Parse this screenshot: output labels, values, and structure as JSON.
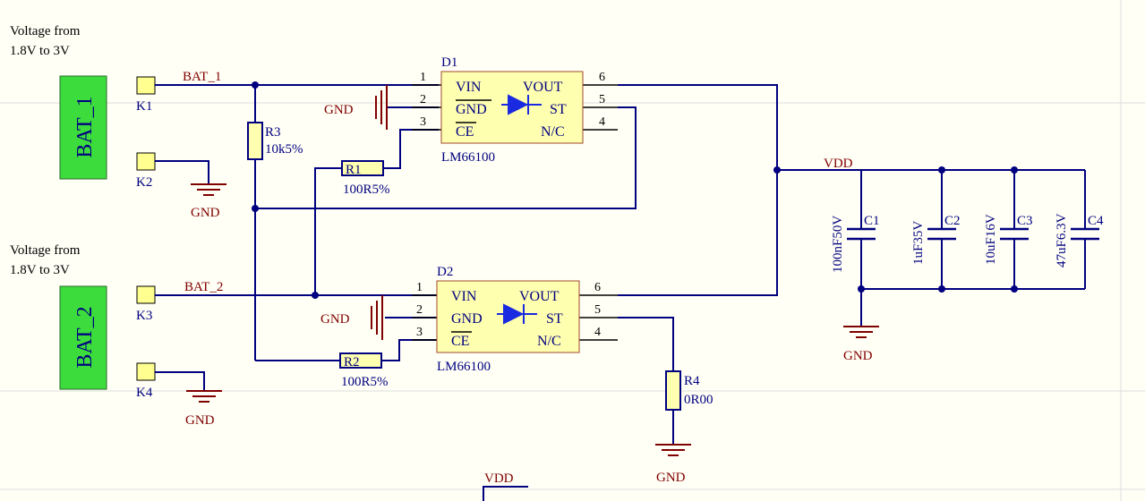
{
  "notes": {
    "top_line1": "Voltage from",
    "top_line2": "1.8V to 3V",
    "bottom_line1": "Voltage from",
    "bottom_line2": "1.8V to 3V"
  },
  "batteries": {
    "bat1": {
      "label": "BAT_1"
    },
    "bat2": {
      "label": "BAT_2"
    }
  },
  "connectors": {
    "k1": "K1",
    "k2": "K2",
    "k3": "K3",
    "k4": "K4"
  },
  "nets": {
    "bat1": "BAT_1",
    "bat2": "BAT_2",
    "vdd": "VDD",
    "vdd_bottom": "VDD",
    "gnd": "GND"
  },
  "chips": {
    "d1": {
      "designator": "D1",
      "part": "LM66100",
      "pins": {
        "vin": "VIN",
        "gnd": "GND",
        "ce": "CE",
        "vout": "VOUT",
        "st": "ST",
        "nc": "N/C"
      },
      "numbers": {
        "p1": "1",
        "p2": "2",
        "p3": "3",
        "p4": "4",
        "p5": "5",
        "p6": "6"
      }
    },
    "d2": {
      "designator": "D2",
      "part": "LM66100",
      "pins": {
        "vin": "VIN",
        "gnd": "GND",
        "ce": "CE",
        "vout": "VOUT",
        "st": "ST",
        "nc": "N/C"
      },
      "numbers": {
        "p1": "1",
        "p2": "2",
        "p3": "3",
        "p4": "4",
        "p5": "5",
        "p6": "6"
      }
    }
  },
  "resistors": {
    "r1": {
      "designator": "R1",
      "value": "100R5%"
    },
    "r2": {
      "designator": "R2",
      "value": "100R5%"
    },
    "r3": {
      "designator": "R3",
      "value": "10k5%"
    },
    "r4": {
      "designator": "R4",
      "value": "0R00"
    }
  },
  "capacitors": {
    "c1": {
      "designator": "C1",
      "value": "100nF50V"
    },
    "c2": {
      "designator": "C2",
      "value": "1uF35V"
    },
    "c3": {
      "designator": "C3",
      "value": "10uF16V"
    },
    "c4": {
      "designator": "C4",
      "value": "47uF6.3V"
    }
  },
  "colors": {
    "wire": "#000080",
    "ground": "#800000",
    "chip_fill": "#ffffb0",
    "battery_fill": "#3ddc3d",
    "diode": "#1a2ae0",
    "background": "#fffff5"
  }
}
